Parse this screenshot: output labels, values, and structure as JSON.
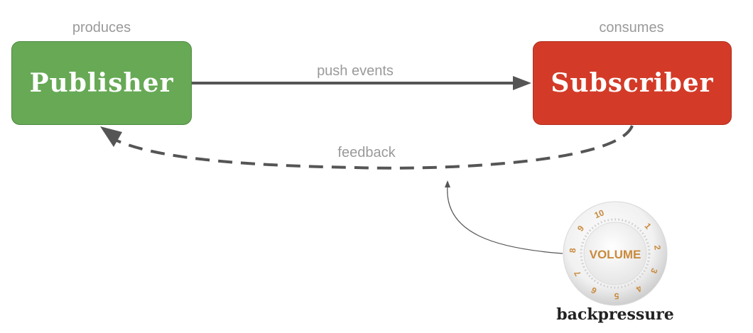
{
  "publisher": {
    "label": "Publisher",
    "caption": "produces",
    "color": "#67a955"
  },
  "subscriber": {
    "label": "Subscriber",
    "caption": "consumes",
    "color": "#d33b28"
  },
  "edges": {
    "push_label": "push events",
    "feedback_label": "feedback"
  },
  "knob": {
    "label": "VOLUME",
    "numbers": [
      "1",
      "2",
      "3",
      "4",
      "5",
      "6",
      "7",
      "8",
      "9",
      "10"
    ],
    "caption": "backpressure",
    "number_color": "#c98a3c"
  }
}
